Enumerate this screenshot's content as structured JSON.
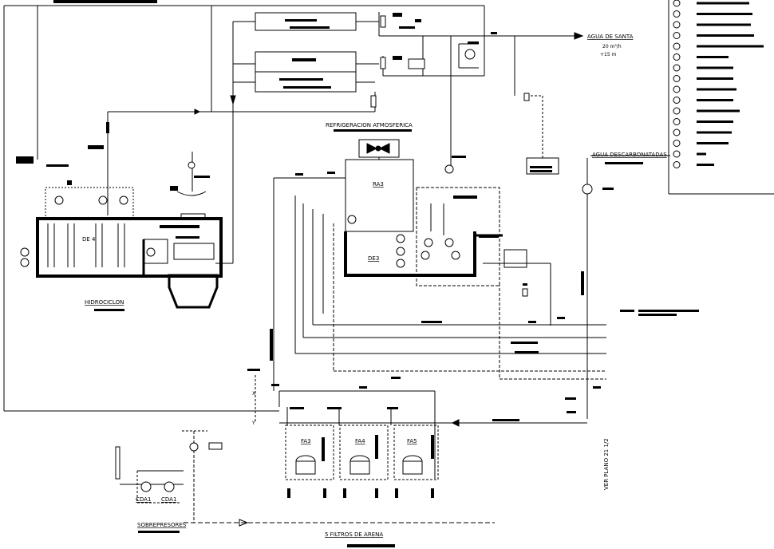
{
  "labels": {
    "agua_santa": "AGUA  DE  SANTA",
    "flow": "20 m³/h",
    "height": "+15 m",
    "refrigeracion": "REFRIGERACION  ATMOSFERICA",
    "agua_descarbonatadas": "AGUA  DESCARBONATADAS",
    "ra3": "RA3",
    "de4": "DE 4",
    "de3": "DE3",
    "hidrociclon": "HIDROCICLON",
    "fa3": "FA3",
    "fa4": "FA4",
    "fa5": "FA5",
    "cda1_a": "CDA1",
    "cda1_b": "CDA1",
    "sobrepresores": "SOBREPRESORES",
    "filtros": "5  FILTROS  DE  ARENA",
    "ver_plano": "VER  PLANO  21 1/2",
    "x_mark": "X",
    "y_mark": "Y"
  },
  "legend": {
    "item_count": 16
  },
  "colors": {
    "ink": "#000000",
    "paper": "#ffffff"
  }
}
